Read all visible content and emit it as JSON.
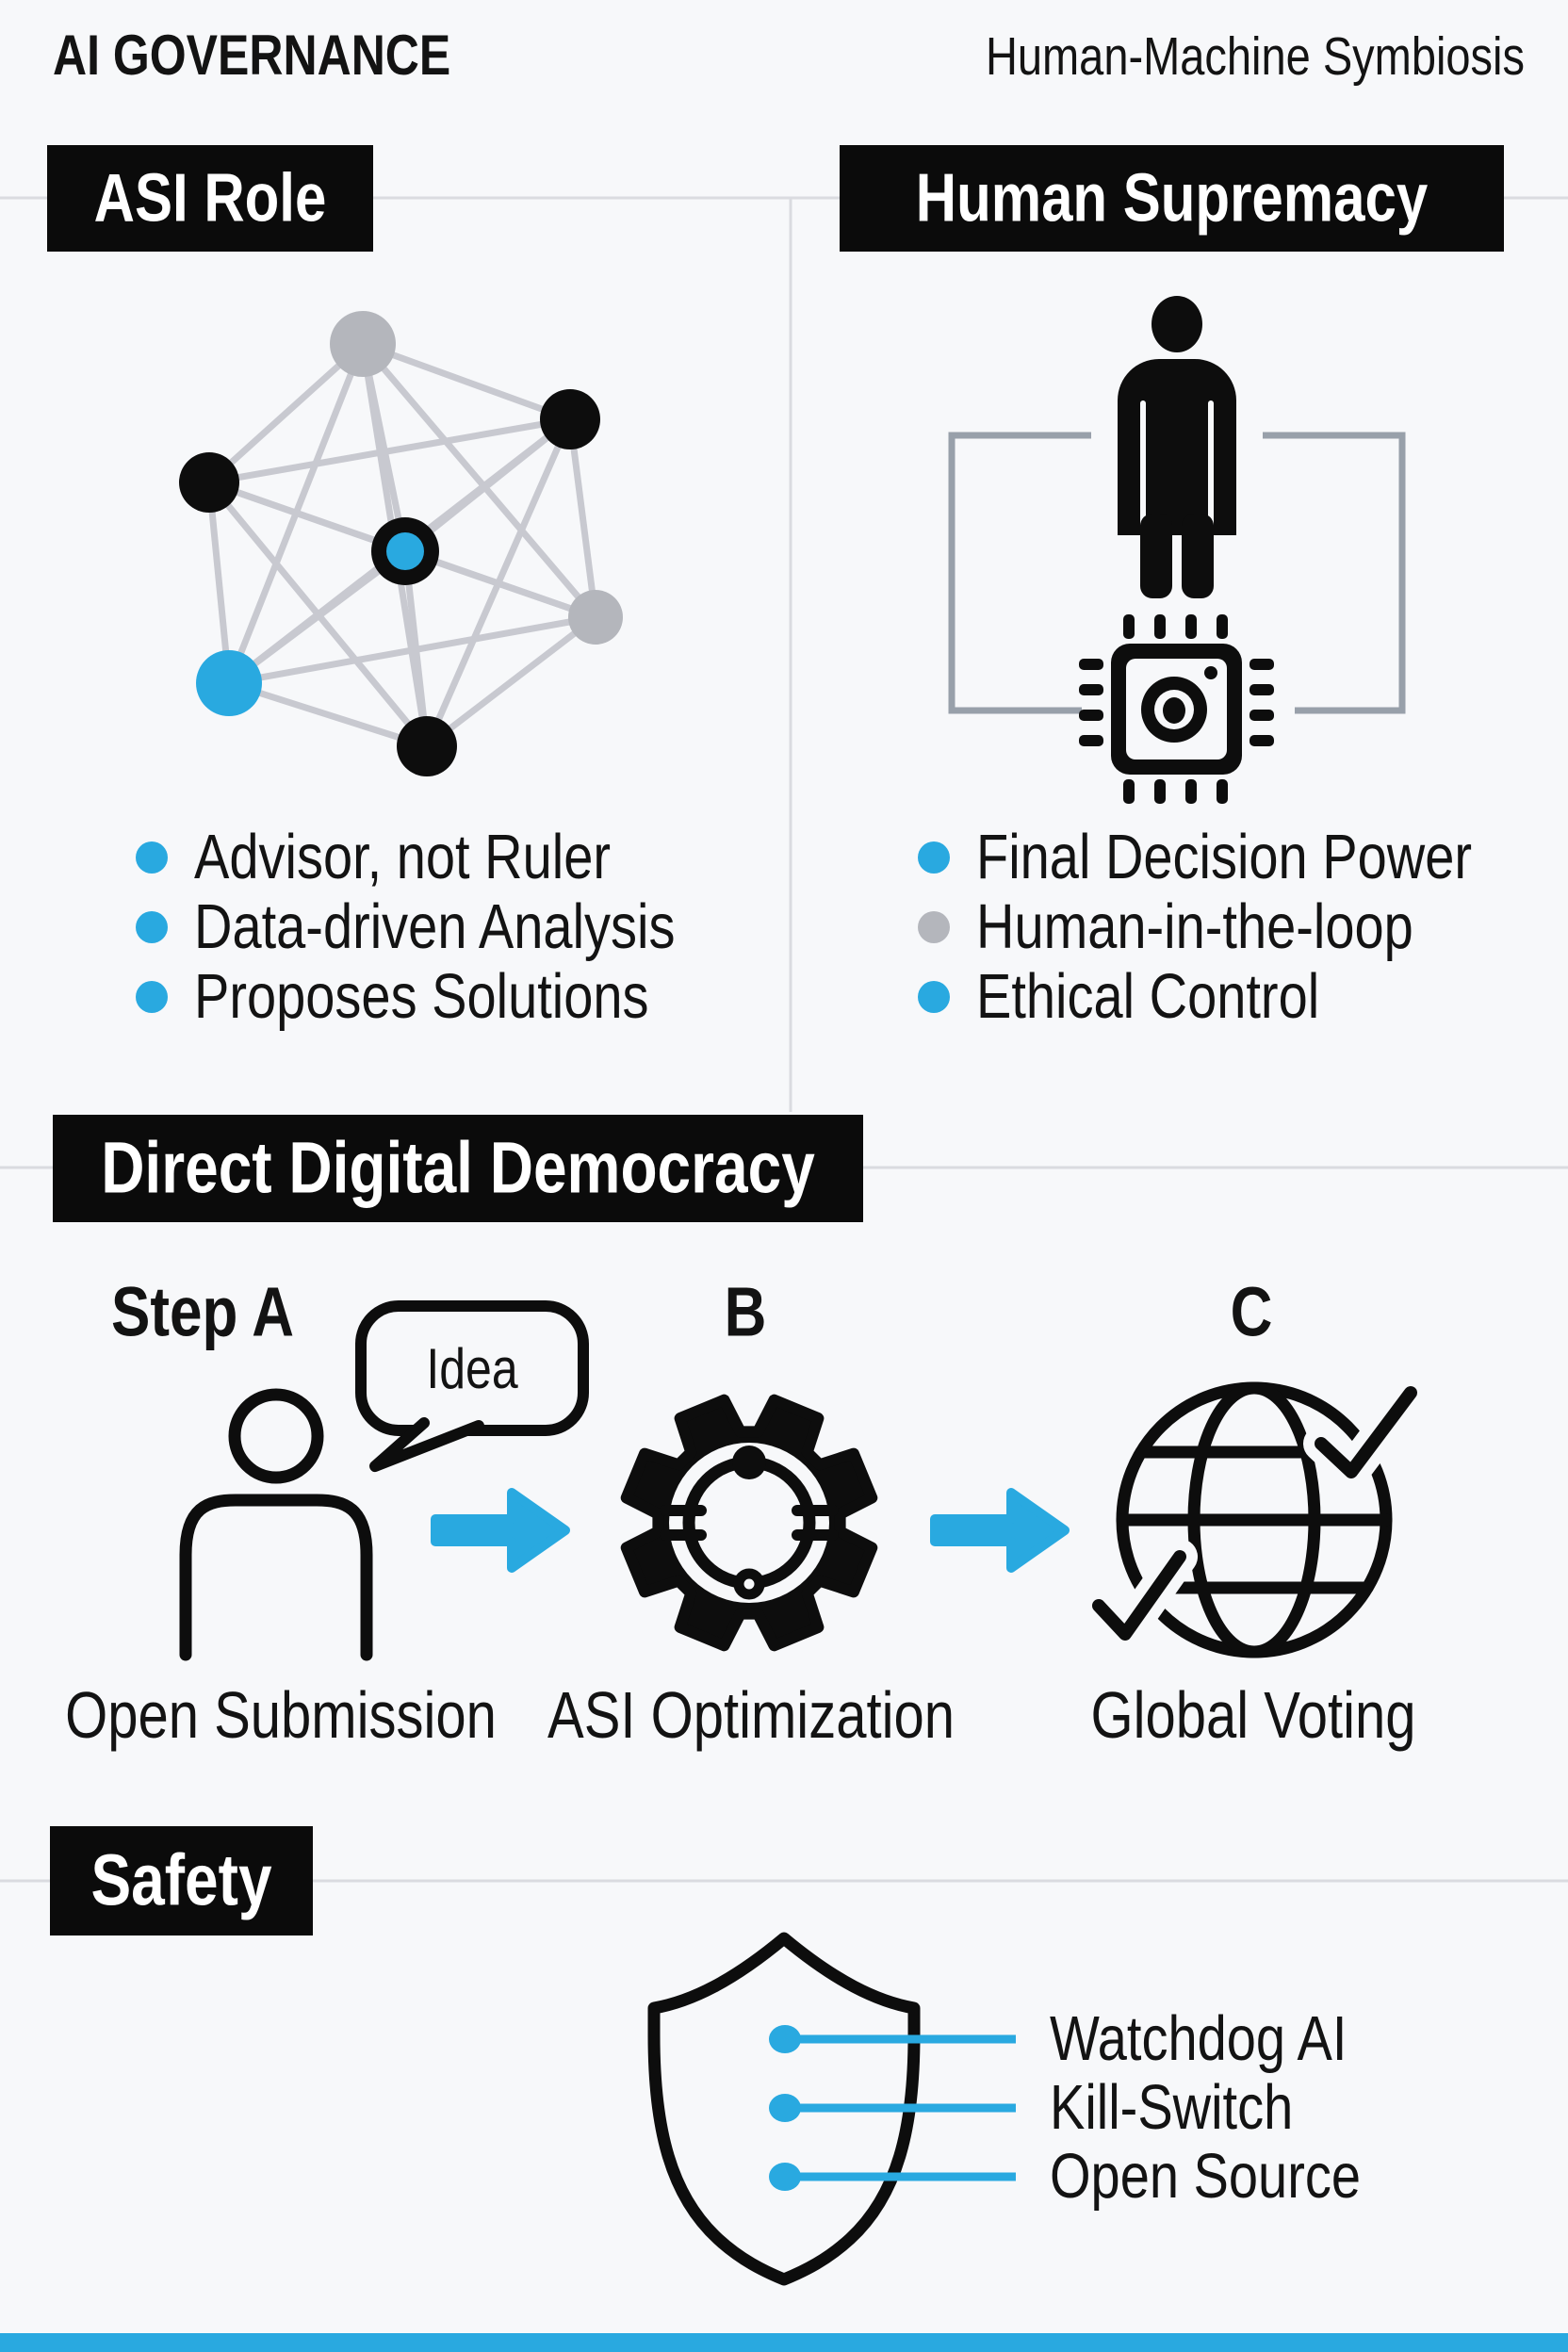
{
  "header": {
    "title": "AI GOVERNANCE",
    "subtitle": "Human-Machine Symbiosis"
  },
  "asi_role": {
    "title": "ASI Role",
    "icon": "network-diagram",
    "bullets": [
      {
        "label": "Advisor, not Ruler",
        "color": "blue"
      },
      {
        "label": "Data-driven Analysis",
        "color": "blue"
      },
      {
        "label": "Proposes Solutions",
        "color": "blue"
      }
    ]
  },
  "human_supremacy": {
    "title": "Human Supremacy",
    "icon": "person-over-chip",
    "bullets": [
      {
        "label": "Final Decision Power",
        "color": "blue"
      },
      {
        "label": "Human-in-the-loop",
        "color": "gray"
      },
      {
        "label": "Ethical Control",
        "color": "blue"
      }
    ]
  },
  "democracy": {
    "title": "Direct Digital Democracy",
    "steps": [
      {
        "label": "Step A",
        "caption": "Open Submission",
        "bubble": "Idea",
        "icon": "person-outline"
      },
      {
        "label": "B",
        "caption": "ASI Optimization",
        "icon": "gear"
      },
      {
        "label": "C",
        "caption": "Global Voting",
        "icon": "globe-with-checkmarks"
      }
    ]
  },
  "safety": {
    "title": "Safety",
    "icon": "shield",
    "items": [
      "Watchdog AI",
      "Kill-Switch",
      "Open Source"
    ]
  },
  "network_nodes": [
    "gray",
    "black",
    "black",
    "ring",
    "gray",
    "blue",
    "black"
  ],
  "colors": {
    "accent": "#29a9e0",
    "black_ink": "#0d0d0d",
    "node_gray": "#b4b6bc",
    "edge_gray": "#c8c9d0",
    "divider": "#dadbe0",
    "frame_gray": "#98a0aa",
    "text": "#131313",
    "background": "#f7f8fa",
    "box_bg": "#0b0b0b",
    "box_text": "#ffffff",
    "footer": "#29a9e0"
  }
}
